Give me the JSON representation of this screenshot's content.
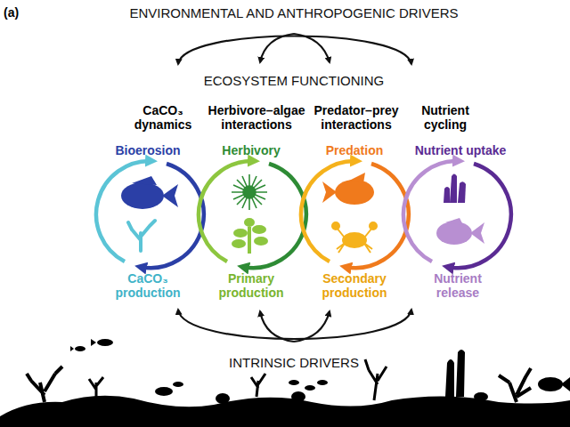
{
  "diagram": {
    "labels": [
      "(a)",
      "ENVIRONMENTAL AND ANTHROPOGENIC DRIVERS",
      "ECOSYSTEM FUNCTIONING",
      "CaCO₃ dynamics",
      "Herbivore–algae interactions",
      "Predator–prey interactions",
      "Nutrient cycling",
      "Bioerosion",
      "Herbivory",
      "Predation",
      "Nutrient uptake",
      "CaCO₃ production",
      "Primary production",
      "Secondary production",
      "Nutrient release",
      "INTRINSIC DRIVERS"
    ]
  }
}
